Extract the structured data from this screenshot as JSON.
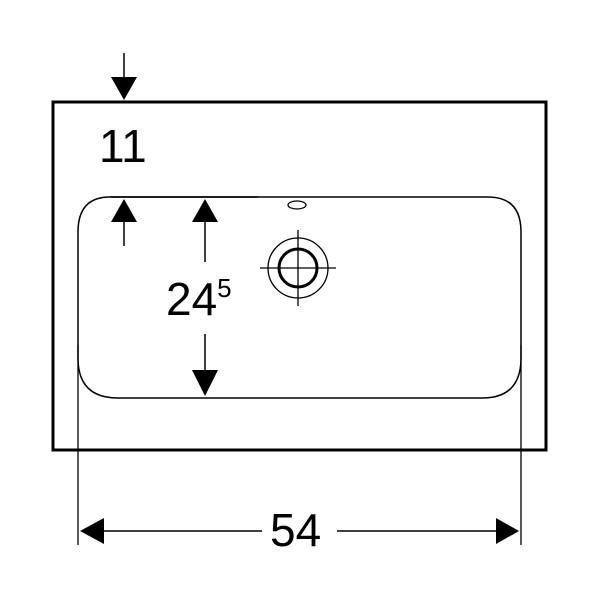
{
  "diagram": {
    "dim_top_offset": "11",
    "dim_depth_main": "24",
    "dim_depth_superscript": "5",
    "dim_width": "54"
  },
  "colors": {
    "line": "#000000",
    "background": "#ffffff"
  },
  "icons": {
    "drain": "drain-icon",
    "overflow": "overflow-hole-icon"
  }
}
